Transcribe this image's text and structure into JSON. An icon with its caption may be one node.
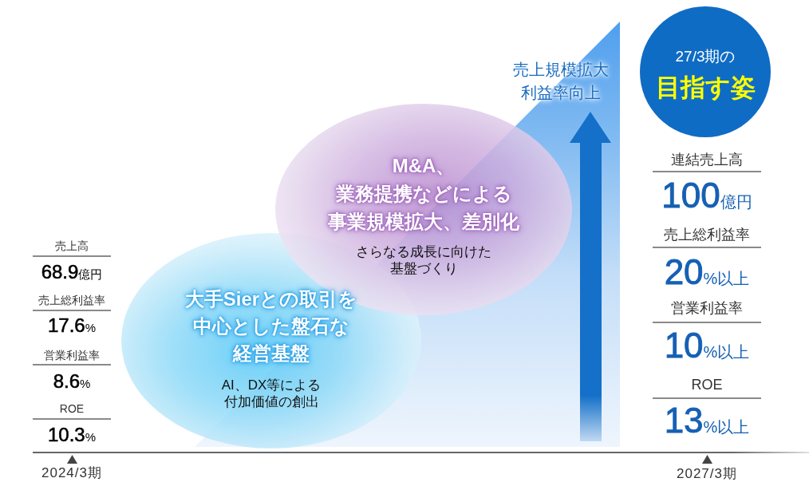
{
  "diagram": {
    "nodes": [
      {
        "text": [
          "大手Sierとの取引を中心とした盤石な経営基盤",
          "AI、DX等による付加価値の創出"
        ]
      },
      {
        "text": [
          "M&A、業務提携などによる事業規模拡大、差別化",
          "さらなる成長に向けた基盤づくり"
        ]
      },
      {
        "text": [
          "27/3期の",
          "目指す姿"
        ]
      }
    ],
    "labels": [
      "売上高",
      "68.9億円",
      "売上総利益率",
      "17.6%",
      "営業利益率",
      "8.6%",
      "ROE",
      "10.3%",
      "売上規模拡大利益率向上",
      "連結売上高",
      "100億円",
      "売上総利益率",
      "20%以上",
      "営業利益率",
      "10%以上",
      "ROE",
      "13%以上",
      "2024/3期",
      "2027/3期"
    ]
  }
}
